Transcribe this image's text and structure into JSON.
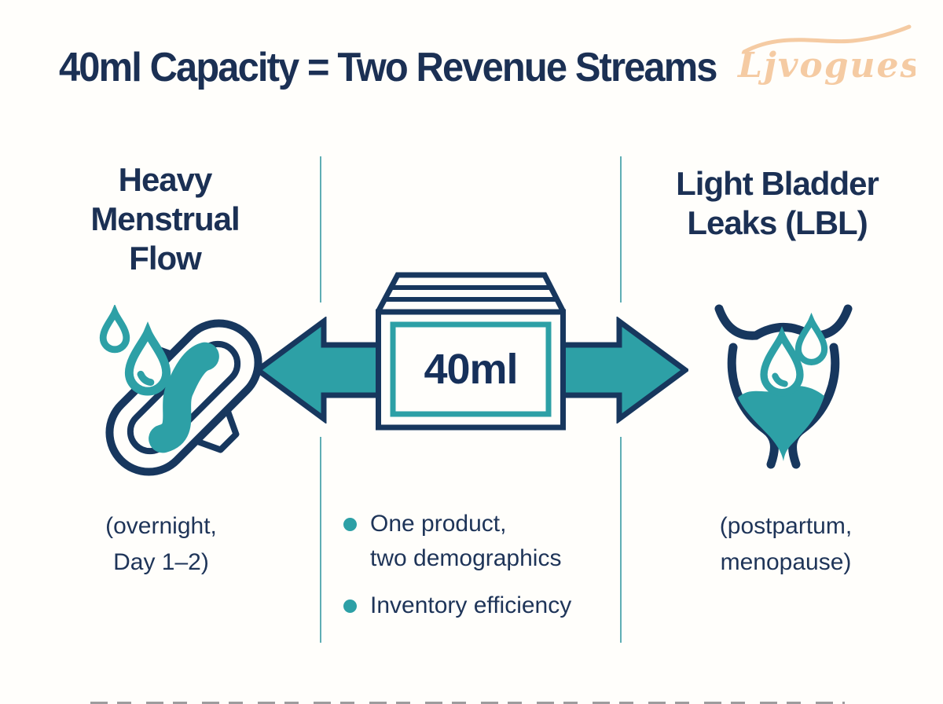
{
  "title": "40ml Capacity = Two Revenue Streams",
  "brand": {
    "name": "Ljvogues",
    "color": "#F5CBA3"
  },
  "left_stream": {
    "heading_lines": [
      "Heavy",
      "Menstrual",
      "Flow"
    ],
    "icon": "menstrual-pad-icon",
    "caption_lines": [
      "(overnight,",
      "Day 1–2)"
    ]
  },
  "center": {
    "icon": "product-box-icon",
    "box_label": "40ml",
    "arrows": [
      "left-arrow-icon",
      "right-arrow-icon"
    ],
    "bullets": [
      {
        "lines": [
          "One product,",
          "two demographics"
        ]
      },
      {
        "lines": [
          "Inventory efficiency"
        ]
      }
    ]
  },
  "right_stream": {
    "heading_lines": [
      "Light Bladder",
      "Leaks (LBL)"
    ],
    "icon": "bladder-icon",
    "caption_lines": [
      "(postpartum,",
      "menopause)"
    ]
  },
  "colors": {
    "background": "#FFFEFB",
    "navy_text": "#1B3054",
    "navy_icon": "#17375E",
    "teal": "#2DA0A6",
    "divider_teal": "#5FAEB4",
    "logo_peach": "#F5CBA3"
  }
}
